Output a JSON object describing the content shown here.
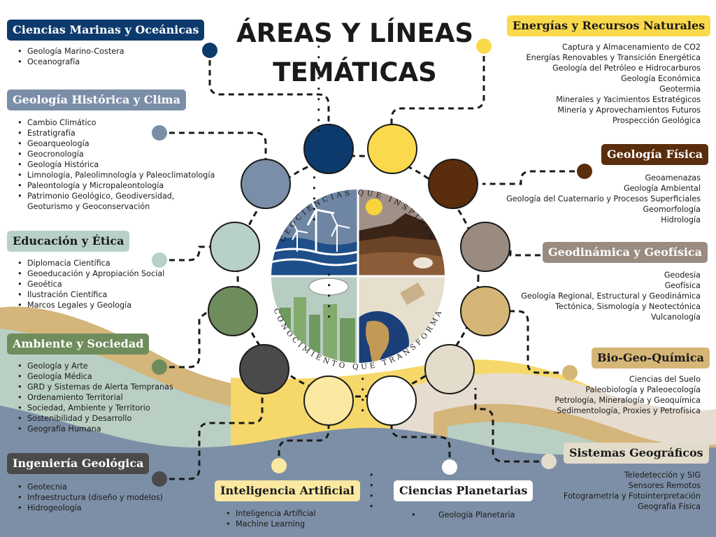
{
  "title": {
    "line1": "ÁREAS Y LÍNEAS",
    "line2": "TEMÁTICAS"
  },
  "wheel": {
    "top_text": "GEOCIENCIAS QUE INSPIRAN",
    "bottom_text": "CONOCIMIENTO QUE TRANSFORMA"
  },
  "colors": {
    "navy": "#0c3a6d",
    "yellow": "#fbd94c",
    "brown": "#5a2d0c",
    "slate": "#7b8ea8",
    "mint": "#b8d1c6",
    "green": "#6e8c5c",
    "dark_gray": "#4a4a4a",
    "taupe": "#9a8b80",
    "tan": "#d6b676",
    "light_yellow": "#fbe9a1",
    "beige": "#e3dccb",
    "white": "#ffffff"
  },
  "categories": {
    "marinas": {
      "label": "Ciencias Marinas y Oceánicas",
      "color": "#0c3a6d",
      "items": [
        "Geología Marino-Costera",
        "Oceanografía"
      ]
    },
    "historica": {
      "label": "Geología Histórica y Clima",
      "color": "#7b8ea8",
      "items": [
        "Cambio Climático",
        "Estratigrafía",
        "Geoarqueología",
        "Geocronología",
        "Geología Histórica",
        "Limnología, Paleolimnología y Paleoclimatología",
        "Paleontología y Micropaleontología",
        "Patrimonio Geológico, Geodiversidad, Geoturismo y Geoconservación"
      ]
    },
    "educacion": {
      "label": "Educación y Ética",
      "color": "#b8d1c6",
      "items": [
        "Diplomacia Científica",
        "Geoeducación y Apropiación Social",
        "Geoética",
        "Ilustración Científica",
        "Marcos Legales y Geología"
      ]
    },
    "ambiente": {
      "label": "Ambiente y Sociedad",
      "color": "#6e8c5c",
      "items": [
        "Geología y Arte",
        "Geología Médica",
        "GRD y Sistemas de Alerta Tempranas",
        "Ordenamiento Territorial",
        "Sociedad, Ambiente y Territorio",
        "Sostenibilidad y Desarrollo",
        "Geografía Humana"
      ]
    },
    "ingenieria": {
      "label": "Ingeniería Geológica",
      "color": "#4a4a4a",
      "items": [
        "Geotecnia",
        "Infraestructura (diseño y modelos)",
        "Hidrogeología"
      ]
    },
    "ia": {
      "label": "Inteligencia Artificial",
      "color": "#fbe9a1",
      "items": [
        "Inteligencia Artificial",
        "Machine Learning"
      ]
    },
    "planetarias": {
      "label": "Ciencias Planetarias",
      "color": "#ffffff",
      "items": [
        "Geología Planetaria"
      ]
    },
    "energias": {
      "label": "Energías y Recursos Naturales",
      "color": "#fbd94c",
      "items": [
        "Captura y Almacenamiento de CO2",
        "Energías Renovables y Transición Energética",
        "Geología del Petróleo e Hidrocarburos",
        "Geología Económica",
        "Geotermia",
        "Minerales y Yacimientos Estratégicos",
        "Minería y Aprovechamientos Futuros",
        "Prospección Geológica",
        ""
      ]
    },
    "fisica": {
      "label": "Geología Física",
      "color": "#5a2d0c",
      "items": [
        "Geoamenazas",
        "Geología Ambiental",
        "Geología del Cuaternario y Procesos Superficiales",
        "Geomorfología",
        "Hidrología"
      ]
    },
    "geodinamica": {
      "label": "Geodinámica y Geofísica",
      "color": "#9a8b80",
      "items": [
        "Geodesia",
        "Geofísica",
        "Geología Regional, Estructural y Geodinámica",
        "Tectónica, Sismología y Neotectónica",
        "Vulcanología"
      ]
    },
    "biogeo": {
      "label": "Bio-Geo-Química",
      "color": "#d6b676",
      "items": [
        "Ciencias del Suelo",
        "Paleobiología y Paleoecología",
        "Petrología, Mineralogía y Geoquímica",
        "Sedimentología, Proxies y Petrofísica"
      ]
    },
    "sistemas": {
      "label": "Sistemas Geográficos",
      "color": "#e3dccb",
      "items": [
        "Teledetección y SIG",
        "Sensores Remotos",
        "Fotogrametría y Fotointerpretación",
        "Geografía Física"
      ]
    }
  }
}
